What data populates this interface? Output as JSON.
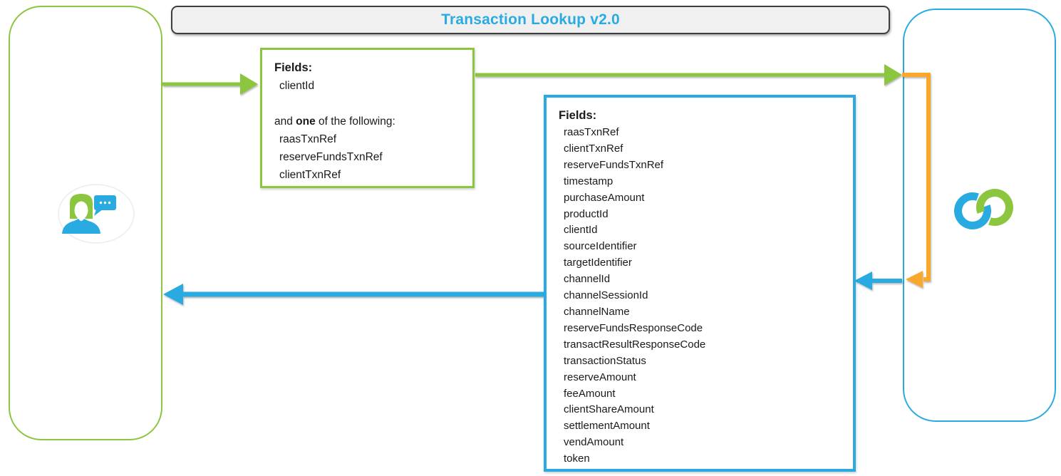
{
  "title_bar": {
    "title": "Transaction Lookup v2.0"
  },
  "colors": {
    "green": "#8CC63F",
    "cyan": "#29ABE2",
    "orange": "#F9A82B",
    "title_text": "#29ABE2",
    "title_bg": "#F0F0F0",
    "title_border": "#3F3F3F",
    "text": "#1A1A1A"
  },
  "request_box": {
    "heading": "Fields:",
    "required_fields": [
      "clientId"
    ],
    "condition": {
      "prefix": "and ",
      "bold": "one",
      "suffix": " of the following:"
    },
    "option_fields": [
      "raasTxnRef",
      "reserveFundsTxnRef",
      "clientTxnRef"
    ]
  },
  "response_box": {
    "heading": "Fields:",
    "fields": [
      "raasTxnRef",
      "clientTxnRef",
      "reserveFundsTxnRef",
      "timestamp",
      "purchaseAmount",
      "productId",
      "clientId",
      "sourceIdentifier",
      "targetIdentifier",
      "channelId",
      "channelSessionId",
      "channelName",
      "reserveFundsResponseCode",
      "transactResultResponseCode",
      "transactionStatus",
      "reserveAmount",
      "feeAmount",
      "clientShareAmount",
      "settlementAmount",
      "vendAmount",
      "token"
    ]
  },
  "icons": {
    "left_actor": "person-with-speech-bubble-icon",
    "right_actor": "interlocked-rings-logo"
  }
}
